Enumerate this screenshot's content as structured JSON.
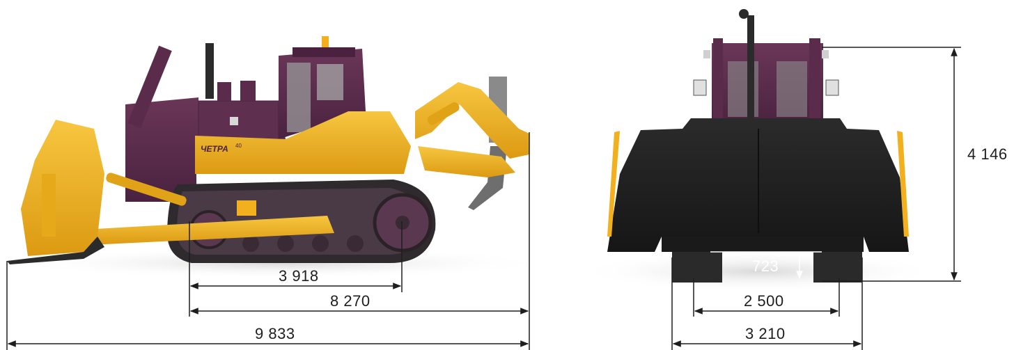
{
  "model_badge": "ЧЕТРА",
  "model_number": "40",
  "dimensions": {
    "sprocket_to_idler": "3 918",
    "track_and_ripper_length": "8 270",
    "overall_length": "9 833",
    "overall_height": "4 146",
    "ground_clearance": "723",
    "track_gauge": "2 500",
    "overall_width": "3 210"
  },
  "colors": {
    "body_yellow": "#f2b01e",
    "cab_purple": "#5a2b4a",
    "track_dark": "#3a3238",
    "blade_black": "#1f1f1f",
    "dimension_line": "#1e1e1e"
  }
}
